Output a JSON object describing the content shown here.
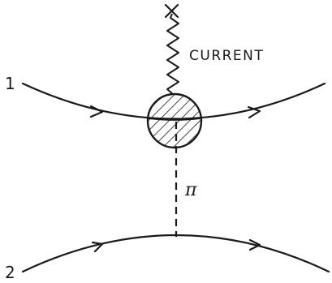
{
  "labels": {
    "current": "CURRENT",
    "particle_1": "1",
    "particle_2": "2",
    "exchange": "π"
  }
}
